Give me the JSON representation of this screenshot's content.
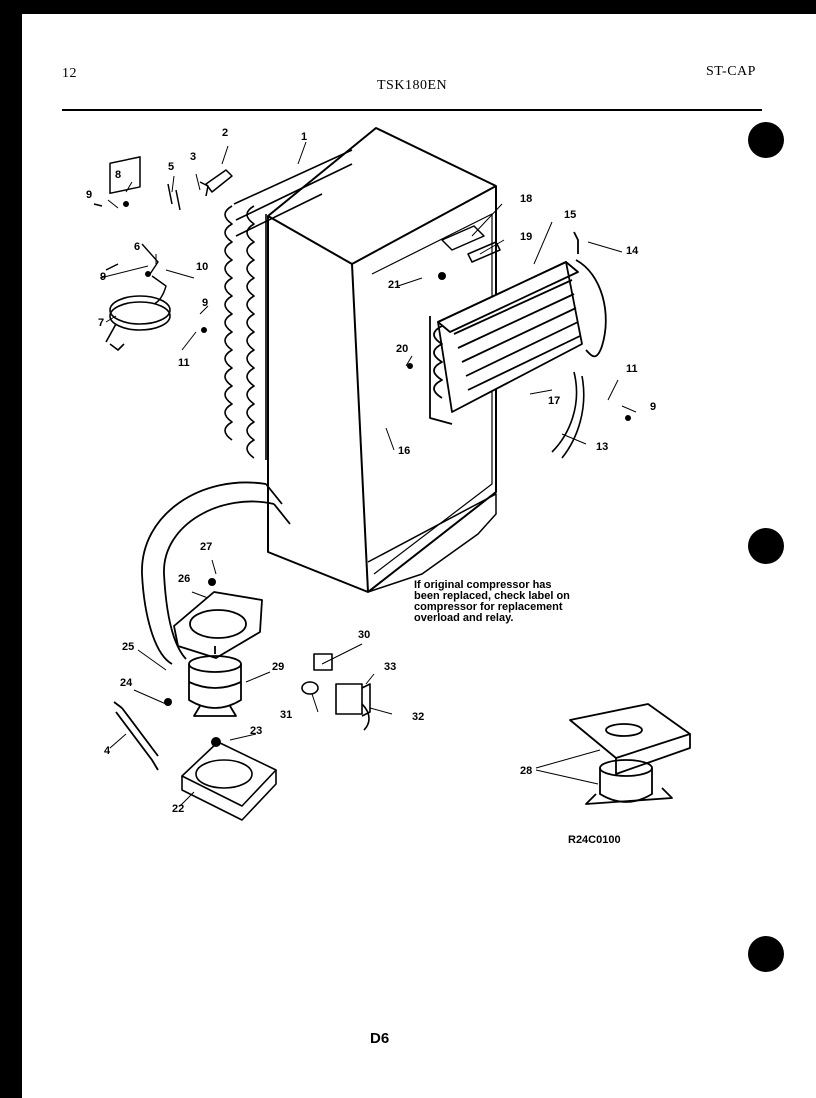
{
  "header": {
    "page_number": "12",
    "model": "TSK180EN",
    "section": "ST-CAP"
  },
  "note": [
    "If original compressor has",
    "been replaced, check label on",
    "compressor for replacement",
    "overload and relay."
  ],
  "drawing_code": "R24C0100",
  "page_id": "D6",
  "callouts": [
    "1",
    "2",
    "3",
    "4",
    "5",
    "6",
    "7",
    "8",
    "9",
    "10",
    "11",
    "13",
    "14",
    "15",
    "16",
    "17",
    "18",
    "19",
    "20",
    "21",
    "22",
    "23",
    "24",
    "25",
    "26",
    "27",
    "28",
    "29",
    "30",
    "31",
    "32",
    "33"
  ]
}
